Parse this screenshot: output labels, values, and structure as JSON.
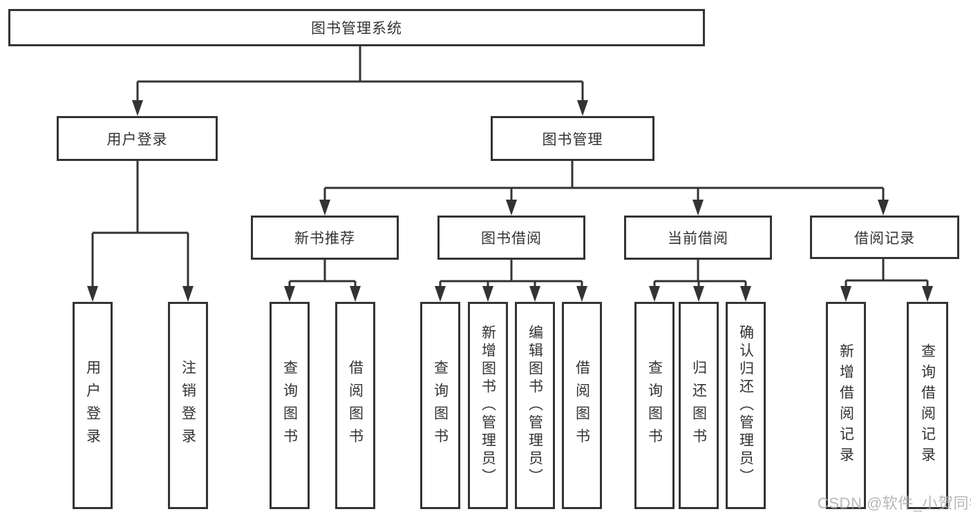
{
  "tree": {
    "root": {
      "label": "图书管理系统",
      "children": [
        {
          "label": "用户登录",
          "children": [
            {
              "label": "用户登录"
            },
            {
              "label": "注销登录"
            }
          ]
        },
        {
          "label": "图书管理",
          "children": [
            {
              "label": "新书推荐",
              "children": [
                {
                  "label": "查询图书"
                },
                {
                  "label": "借阅图书"
                }
              ]
            },
            {
              "label": "图书借阅",
              "children": [
                {
                  "label": "查询图书"
                },
                {
                  "label": "新增图书（管理员）"
                },
                {
                  "label": "编辑图书（管理员）"
                },
                {
                  "label": "借阅图书"
                }
              ]
            },
            {
              "label": "当前借阅",
              "children": [
                {
                  "label": "查询图书"
                },
                {
                  "label": "归还图书"
                },
                {
                  "label": "确认归还（管理员）"
                }
              ]
            },
            {
              "label": "借阅记录",
              "children": [
                {
                  "label": "新增借阅记录"
                },
                {
                  "label": "查询借阅记录"
                }
              ]
            }
          ]
        }
      ]
    }
  },
  "watermark": {
    "text": "CSDN @软件_小贺同学"
  },
  "colors": {
    "line": "#333333",
    "text": "#333333",
    "box_background": "#ffffff",
    "watermark": "#aaaaaa"
  }
}
